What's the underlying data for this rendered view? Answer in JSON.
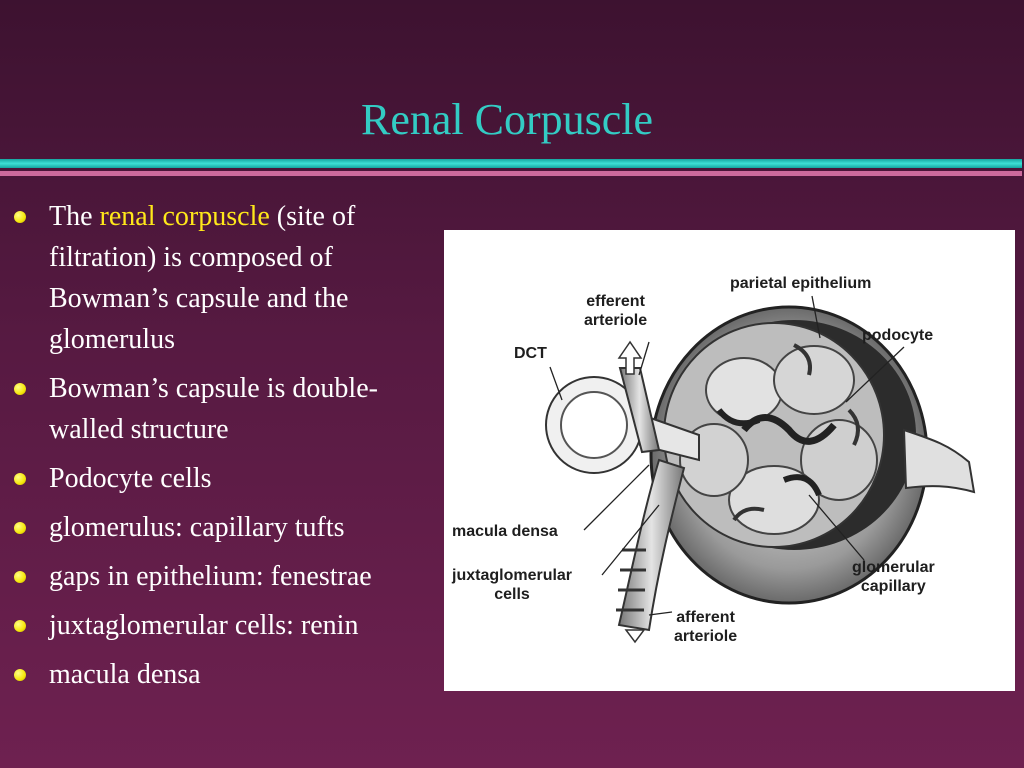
{
  "slide": {
    "title": "Renal Corpuscle",
    "bullets": [
      {
        "text": "The ",
        "highlight": "renal corpuscle",
        "text_after": " (site of filtration) is composed of Bowman’s capsule and the glomerulus"
      },
      {
        "text": "Bowman’s capsule is double-walled structure"
      },
      {
        "text": "Podocyte cells"
      },
      {
        "text": "glomerulus: capillary tufts"
      },
      {
        "text": "gaps in epithelium: fenestrae"
      },
      {
        "text": "juxtaglomerular cells: renin"
      },
      {
        "text": "macula densa"
      }
    ]
  },
  "figure": {
    "labels": {
      "parietal_epithelium": "parietal epithelium",
      "efferent_arteriole": "efferent\narteriole",
      "podocyte": "podocyte",
      "dct": "DCT",
      "macula_densa": "macula densa",
      "juxtaglomerular_cells": "juxtaglomerular\ncells",
      "glomerular_capillary": "glomerular\ncapillary",
      "afferent_arteriole": "afferent\narteriole"
    }
  },
  "colors": {
    "title": "#33ccc4",
    "highlight": "#ffe81a",
    "bullet": "#f5e70a",
    "rule_teal": "#2ccfc6",
    "rule_pink": "#cc6a9c"
  }
}
